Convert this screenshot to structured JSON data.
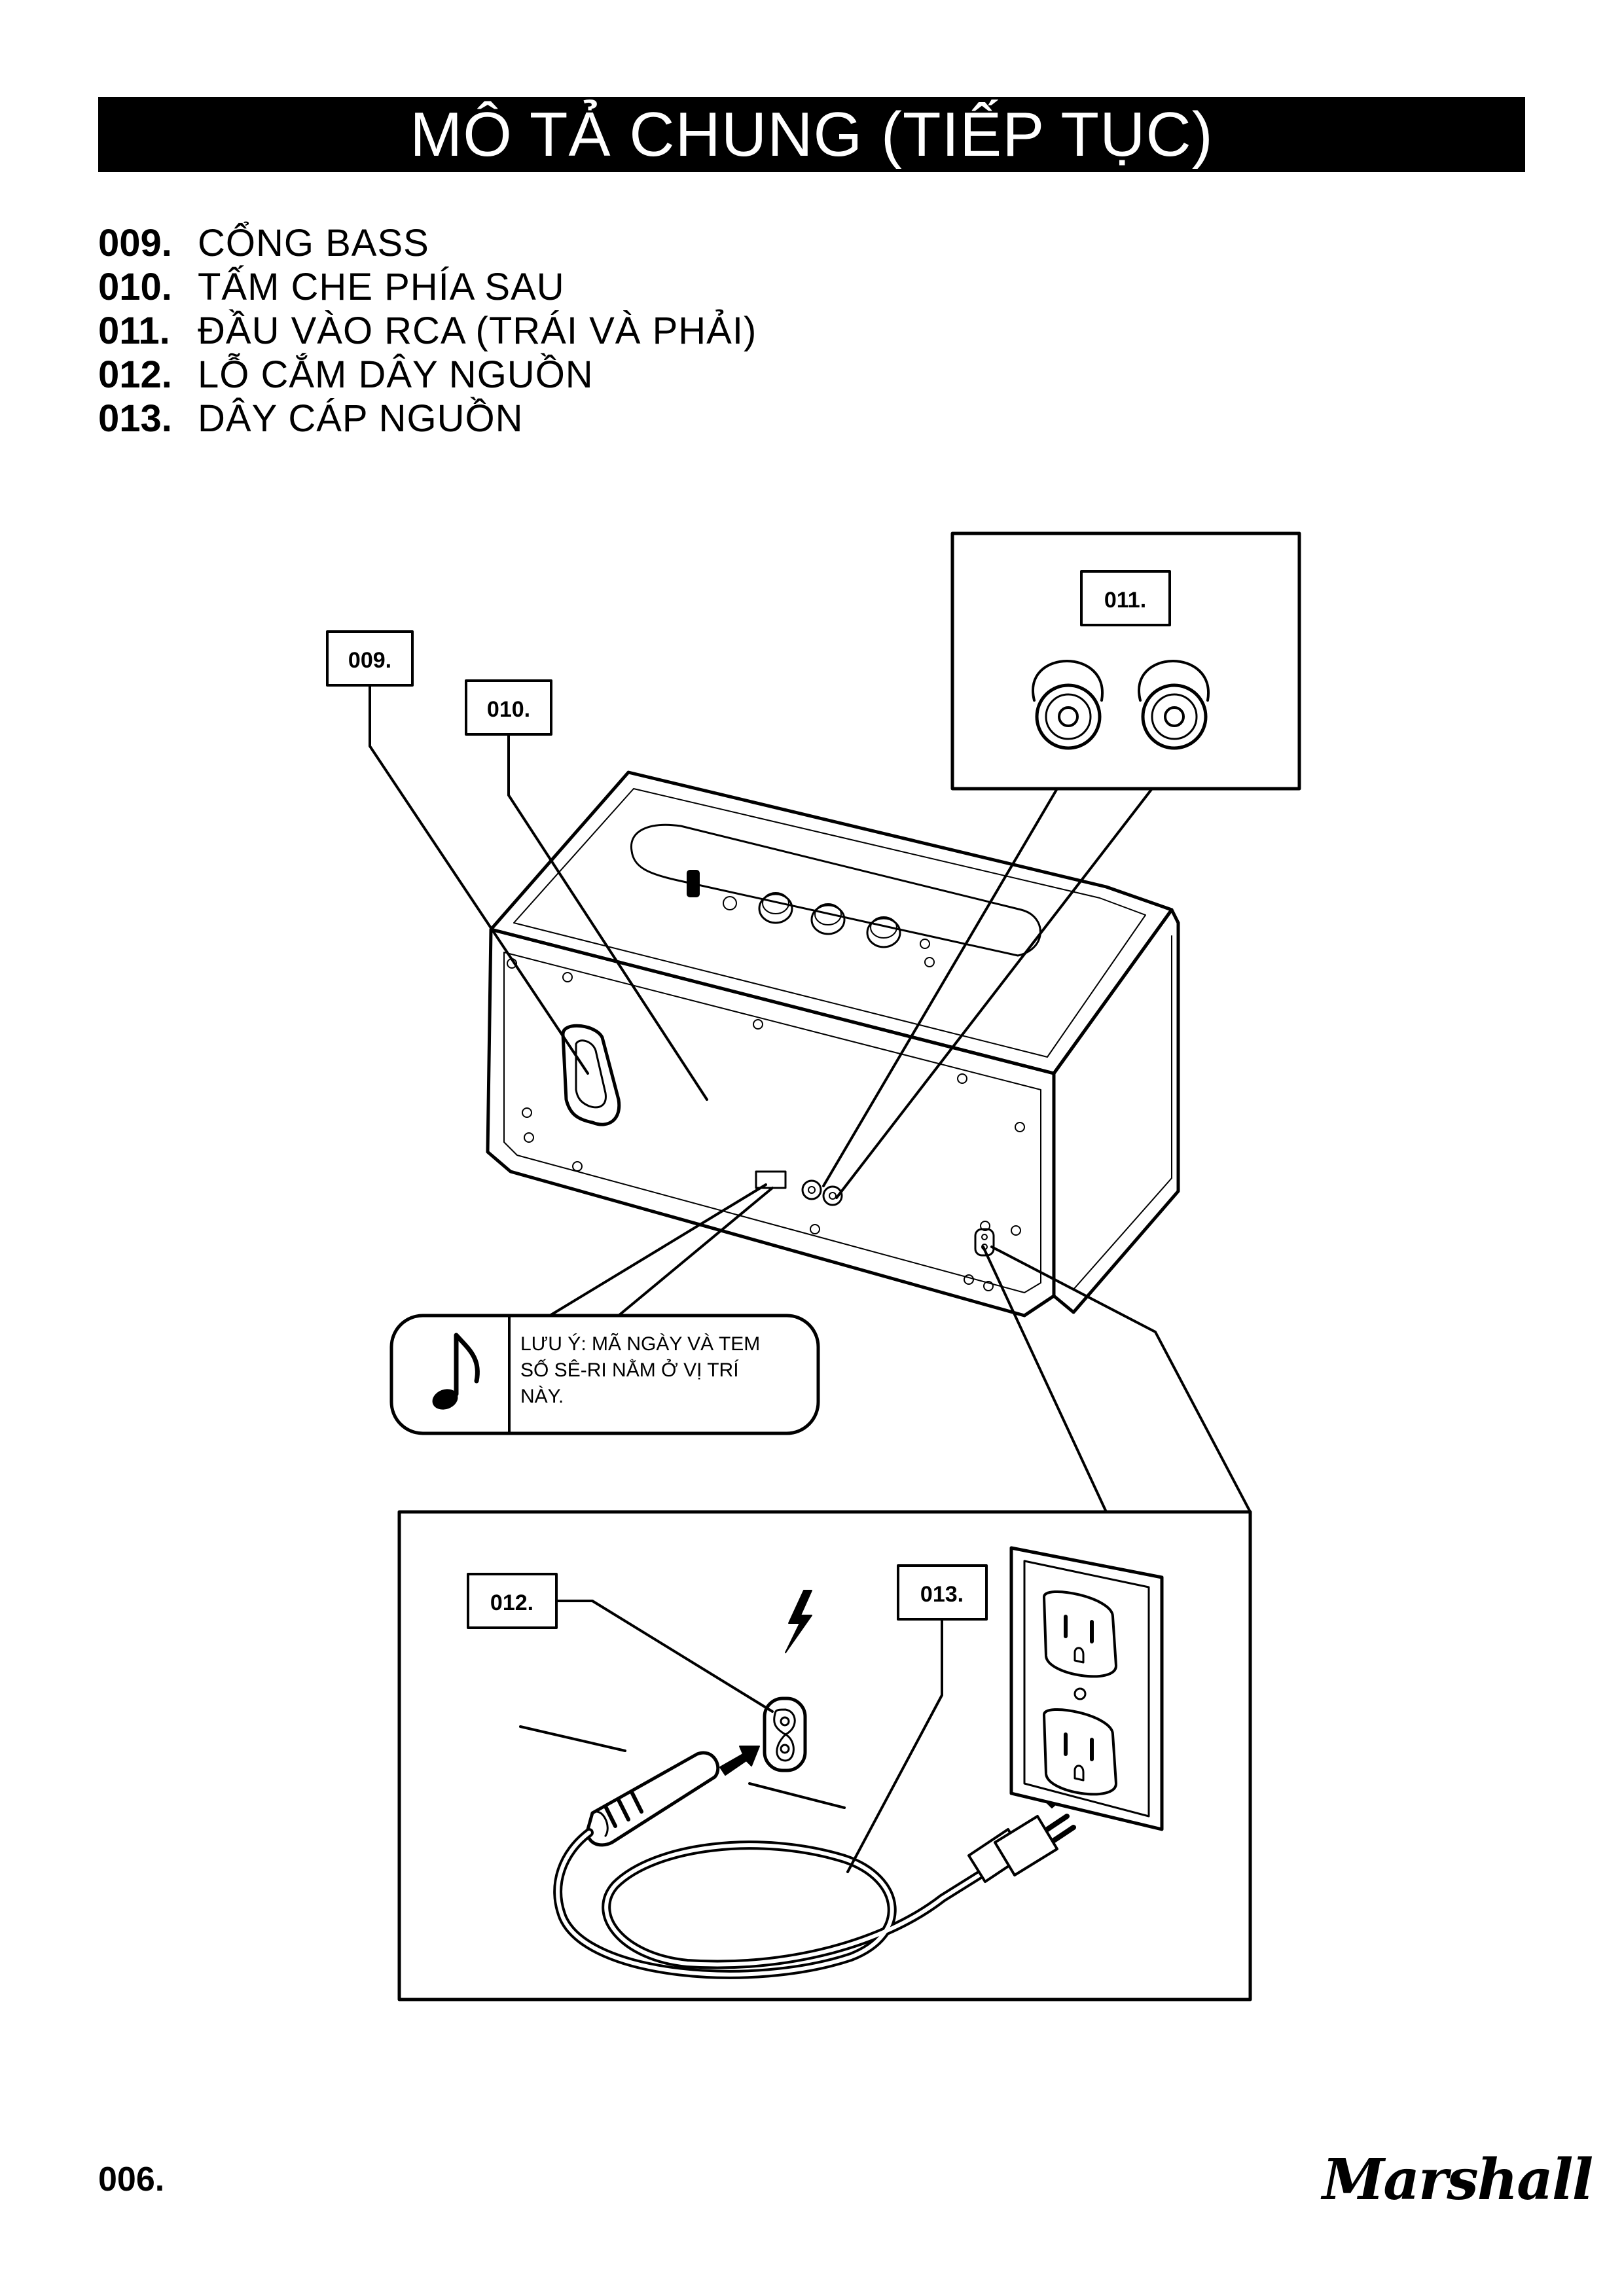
{
  "header": {
    "title": "MÔ TẢ CHUNG (TIẾP TỤC)"
  },
  "legend": [
    {
      "number": "009.",
      "label": "CỔNG BASS"
    },
    {
      "number": "010.",
      "label": "TẤM CHE PHÍA SAU"
    },
    {
      "number": "011.",
      "label": "ĐẦU VÀO RCA (TRÁI VÀ PHẢI)"
    },
    {
      "number": "012.",
      "label": "LỖ CẮM DÂY NGUỒN"
    },
    {
      "number": "013.",
      "label": "DÂY CÁP NGUỒN"
    }
  ],
  "callouts": {
    "bass_port": "009.",
    "rear_cover": "010.",
    "rca_input": "011.",
    "power_inlet": "012.",
    "power_cable": "013."
  },
  "note": {
    "icon": "music-note-icon",
    "line1": "LƯU Ý: MÃ NGÀY VÀ TEM",
    "line2": "SỐ SÊ-RI NẰM Ở VỊ TRÍ",
    "line3": "NÀY."
  },
  "footer": {
    "page_number": "006.",
    "brand": "Marshall"
  }
}
